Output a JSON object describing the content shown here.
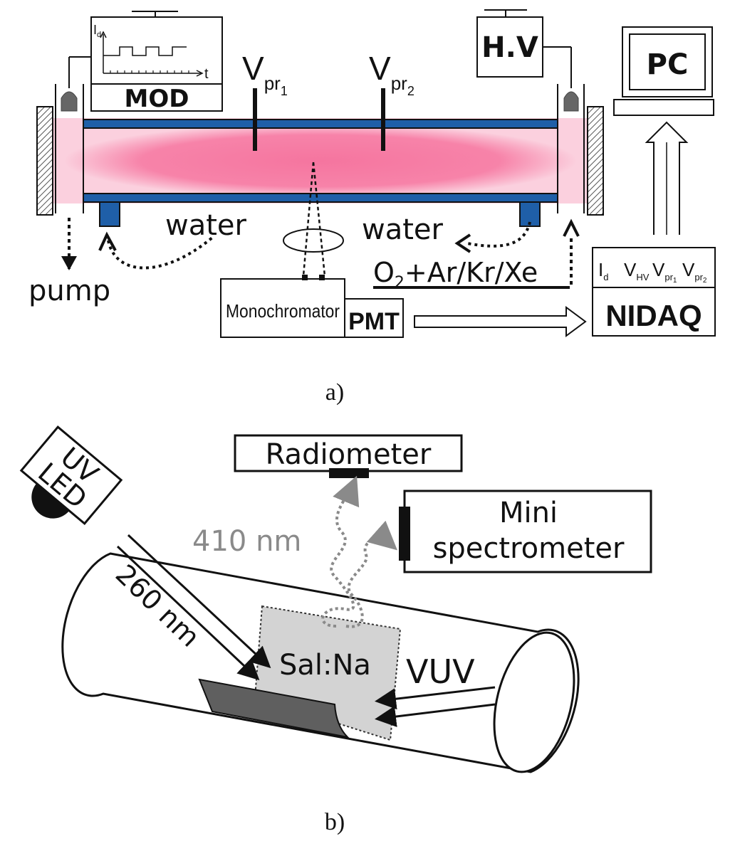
{
  "panel_a": {
    "mod_label": "MOD",
    "graph_y_label": "I",
    "graph_y_sub": "d",
    "graph_x_label": "t",
    "hv_label": "H.V",
    "pc_label": "PC",
    "probe1": {
      "base": "V",
      "sub": "pr",
      "subsub": "1"
    },
    "probe2": {
      "base": "V",
      "sub": "pr",
      "subsub": "2"
    },
    "water_left": "water",
    "water_right": "water",
    "pump_label": "pump",
    "gas_label_pre": "O",
    "gas_label_sub": "2",
    "gas_label_post": "+Ar/Kr/Xe",
    "monochromator_label": "Monochromator",
    "pmt_label": "PMT",
    "nidaq_label": "NIDAQ",
    "nidaq_channels": [
      {
        "base": "I",
        "sub": "d"
      },
      {
        "base": "V",
        "sub": "HV"
      },
      {
        "base": "V",
        "sub": "pr",
        "subsub": "1"
      },
      {
        "base": "V",
        "sub": "pr",
        "subsub": "2"
      }
    ],
    "caption": "a)"
  },
  "panel_b": {
    "uv_led_line1": "UV",
    "uv_led_line2": "LED",
    "radiometer_label": "Radiometer",
    "mini_line1": "Mini",
    "mini_line2": "spectrometer",
    "wavelength_emission": "410 nm",
    "wavelength_excitation": "260 nm",
    "sample_label": "Sal:Na",
    "vuv_label": "VUV",
    "caption": "b)"
  },
  "colors": {
    "plasma": "#f5759f",
    "tube_wall": "#1f5fa8",
    "sample_fill": "#d3d3d3",
    "dark_plate": "#606060",
    "emission_dotted": "#8a8a8a"
  }
}
